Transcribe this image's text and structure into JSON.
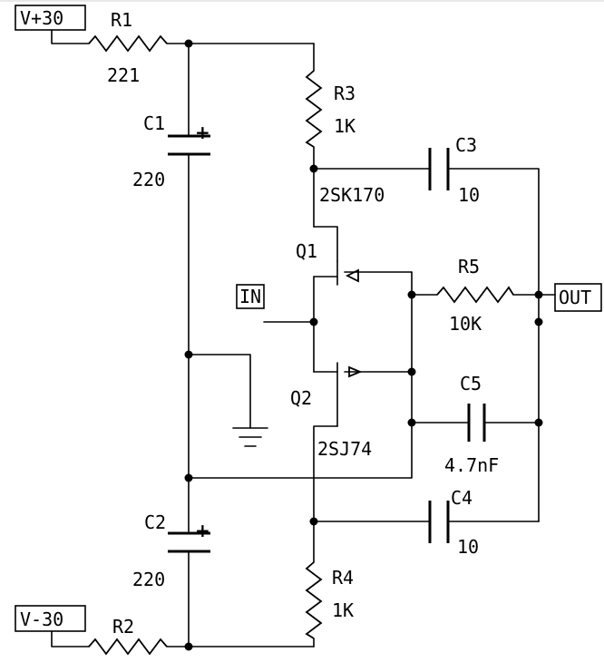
{
  "ports": {
    "vplus": "V+30",
    "vminus": "V-30",
    "input": "IN",
    "output": "OUT"
  },
  "resistors": {
    "r1": {
      "ref": "R1",
      "value": "221"
    },
    "r2": {
      "ref": "R2",
      "value": ""
    },
    "r3": {
      "ref": "R3",
      "value": "1K"
    },
    "r4": {
      "ref": "R4",
      "value": "1K"
    },
    "r5": {
      "ref": "R5",
      "value": "10K"
    }
  },
  "capacitors": {
    "c1": {
      "ref": "C1",
      "value": "220",
      "polarity": "+"
    },
    "c2": {
      "ref": "C2",
      "value": "220",
      "polarity": "+"
    },
    "c3": {
      "ref": "C3",
      "value": "10"
    },
    "c4": {
      "ref": "C4",
      "value": "10"
    },
    "c5": {
      "ref": "C5",
      "value": "4.7nF"
    }
  },
  "transistors": {
    "q1": {
      "ref": "Q1",
      "part": "2SK170"
    },
    "q2": {
      "ref": "Q2",
      "part": "2SJ74"
    }
  }
}
